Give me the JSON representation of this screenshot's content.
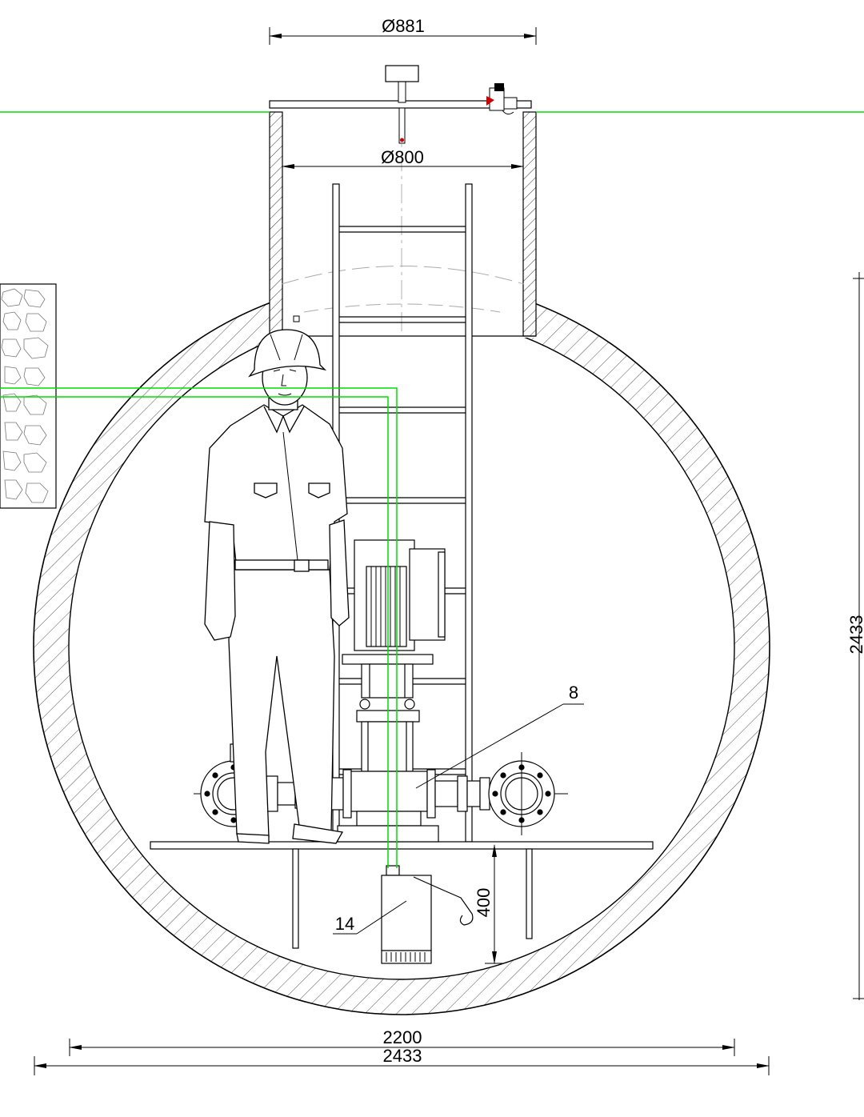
{
  "dimensions": {
    "hatch_outer_diameter": "Ø881",
    "hatch_inner_diameter": "Ø800",
    "tank_inner_width": "2200",
    "tank_outer_width": "2433",
    "tank_outer_height": "2433",
    "floor_to_bottom": "400"
  },
  "callouts": {
    "pump_unit": "8",
    "drainage_pump": "14"
  },
  "colors": {
    "line": "#000000",
    "hatch": "#555555",
    "guide": "#00dd00",
    "valve_red": "#cc0000",
    "axis_grey": "#b0b0b0"
  }
}
